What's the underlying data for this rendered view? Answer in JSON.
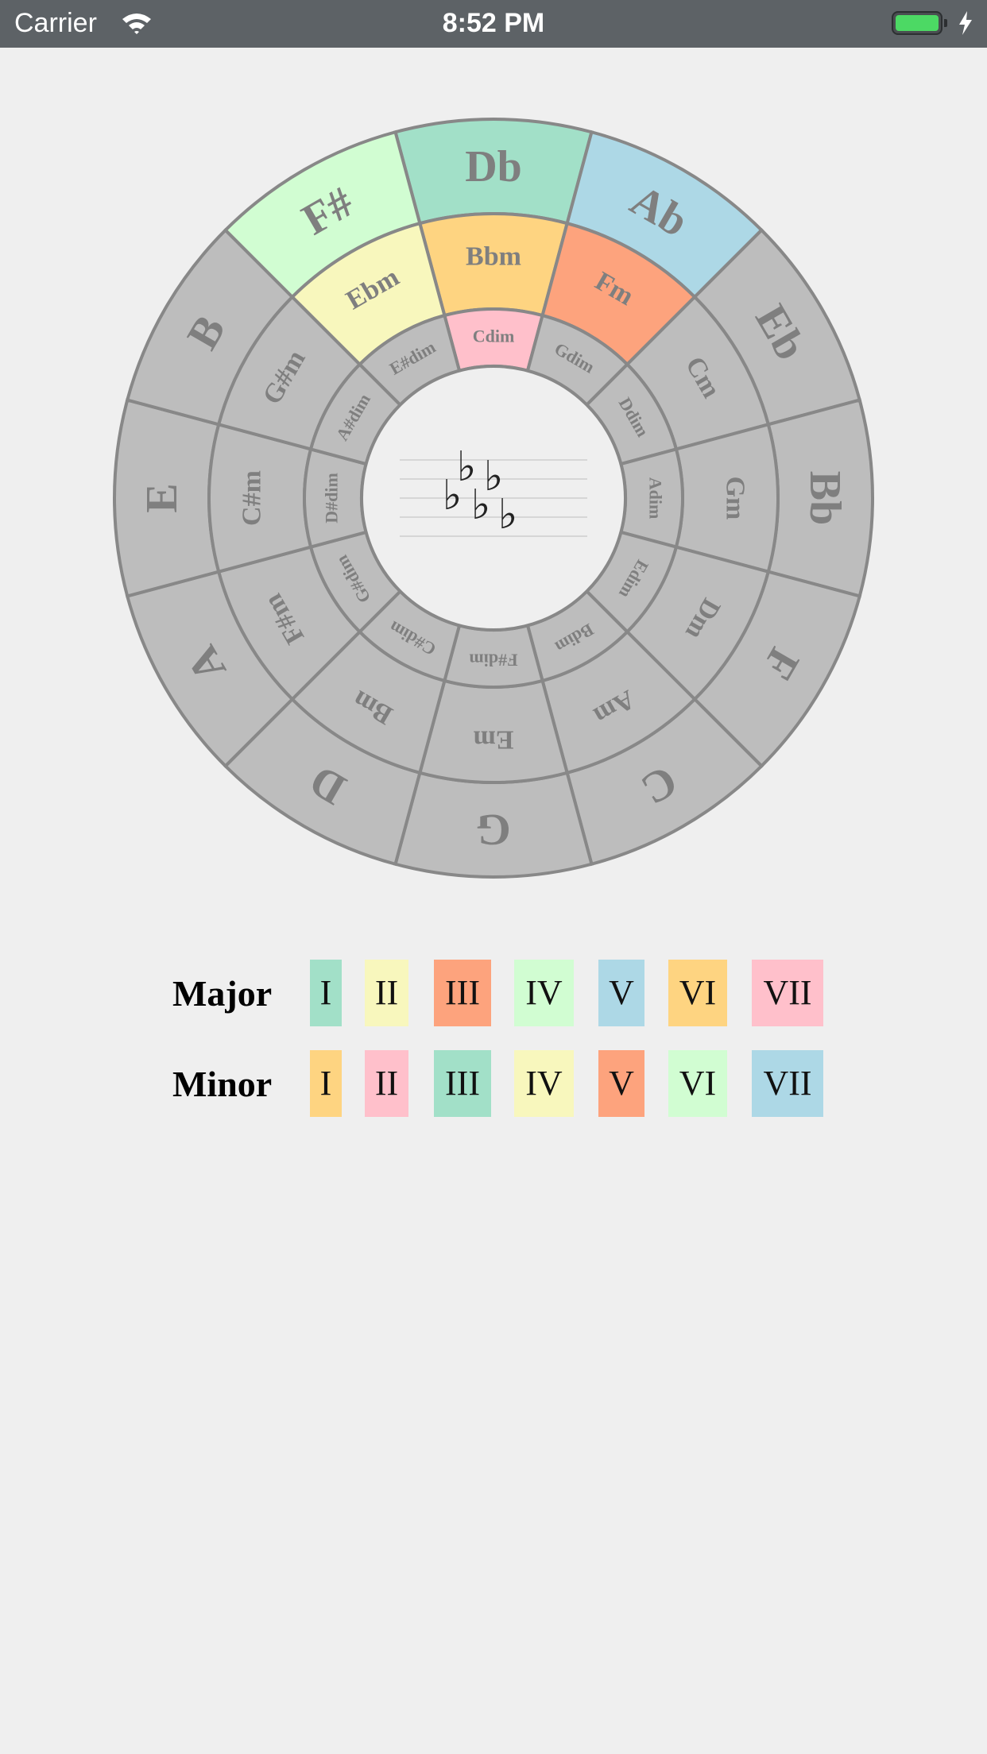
{
  "status_bar": {
    "carrier": "Carrier",
    "time": "8:52 PM"
  },
  "colors": {
    "background": "#efefef",
    "segment_default": "#bdbdbd",
    "outline": "#888888",
    "highlight": {
      "teal": "#a2e0c8",
      "yellow": "#f8f7bd",
      "orange": "#fda37d",
      "green": "#d1fdd2",
      "blue": "#add8e6",
      "gold": "#fed481",
      "pink": "#ffc0cb"
    }
  },
  "circle_of_fifths": {
    "major_keys": [
      "Db",
      "Ab",
      "Eb",
      "Bb",
      "F",
      "C",
      "G",
      "D",
      "A",
      "E",
      "B",
      "F#"
    ],
    "minor_keys": [
      "Bbm",
      "Fm",
      "Cm",
      "Gm",
      "Dm",
      "Am",
      "Em",
      "Bm",
      "F#m",
      "C#m",
      "G#m",
      "Ebm"
    ],
    "diminished_keys": [
      "Cdim",
      "Gdim",
      "Ddim",
      "Adim",
      "Edim",
      "Bdim",
      "F#dim",
      "C#dim",
      "G#dim",
      "D#dim",
      "A#dim",
      "E#dim"
    ],
    "major_colors": [
      "teal",
      "blue",
      null,
      null,
      null,
      null,
      null,
      null,
      null,
      null,
      null,
      "green"
    ],
    "minor_colors": [
      "gold",
      "orange",
      null,
      null,
      null,
      null,
      null,
      null,
      null,
      null,
      null,
      "yellow"
    ],
    "diminished_colors": [
      "pink",
      null,
      null,
      null,
      null,
      null,
      null,
      null,
      null,
      null,
      null,
      null
    ],
    "key_signature": {
      "accidental": "♭",
      "count": 5
    }
  },
  "legend": {
    "major": {
      "label": "Major",
      "numerals": [
        "I",
        "II",
        "III",
        "IV",
        "V",
        "VI",
        "VII"
      ],
      "colors": [
        "teal",
        "yellow",
        "orange",
        "green",
        "blue",
        "gold",
        "pink"
      ]
    },
    "minor": {
      "label": "Minor",
      "numerals": [
        "I",
        "II",
        "III",
        "IV",
        "V",
        "VI",
        "VII"
      ],
      "colors": [
        "gold",
        "pink",
        "teal",
        "yellow",
        "orange",
        "green",
        "blue"
      ]
    }
  }
}
